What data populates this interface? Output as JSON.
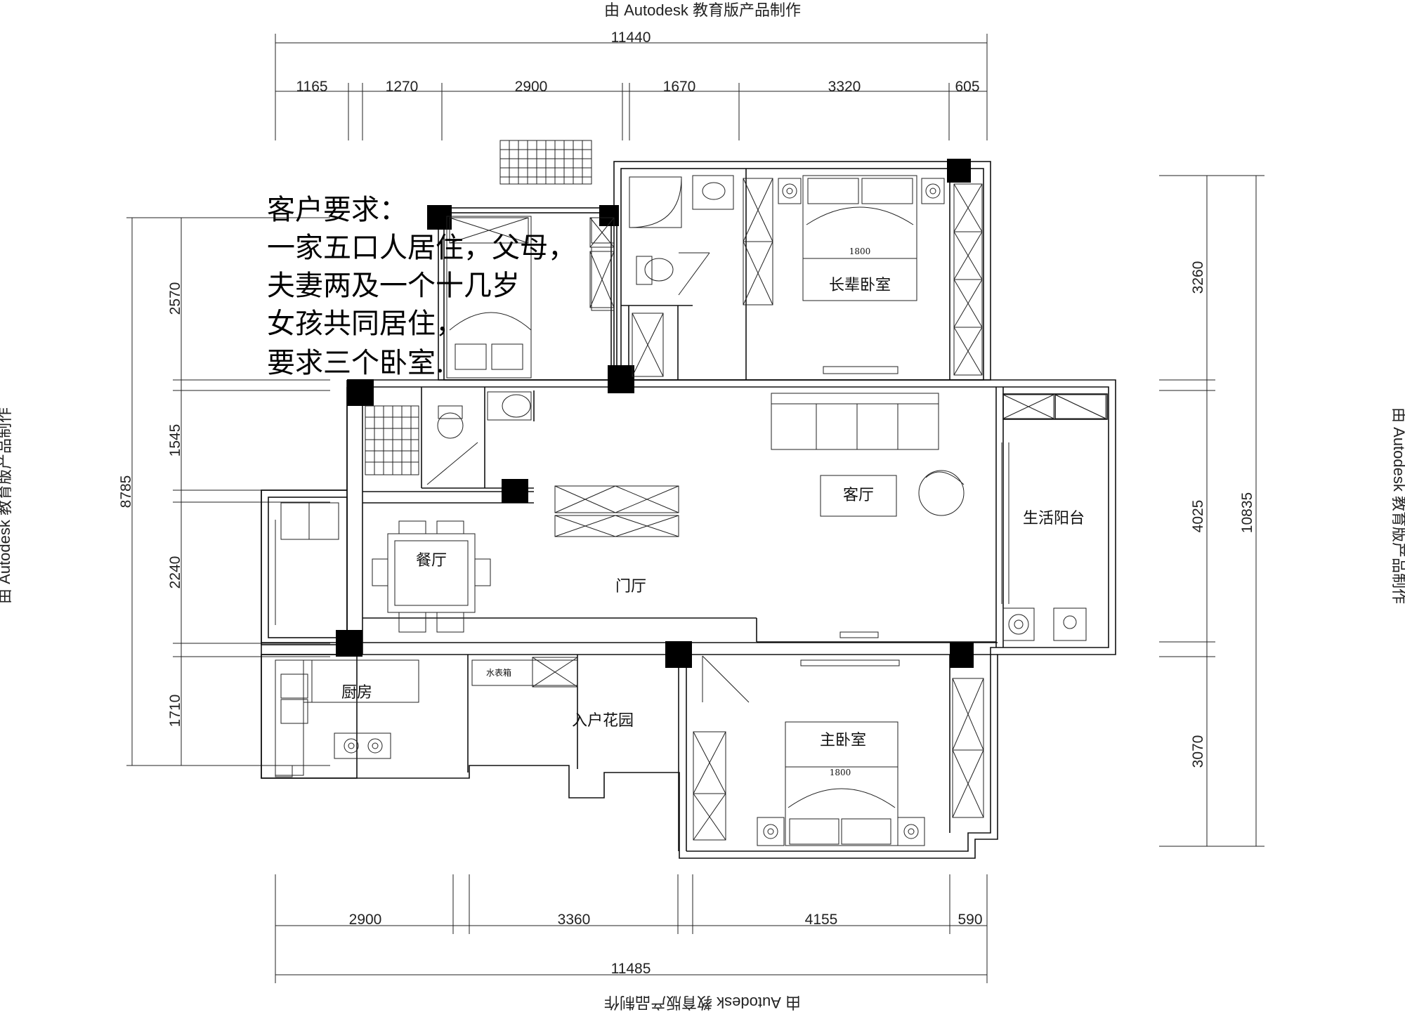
{
  "watermark": "由 Autodesk 教育版产品制作",
  "note": {
    "lines": [
      "客户要求：",
      "一家五口人居住，父母，",
      "夫妻两及一个十几岁",
      "女孩共同居住，",
      "要求三个卧室."
    ]
  },
  "dims": {
    "top_total": "11440",
    "top_segments": [
      "1165",
      "1270",
      "2900",
      "1670",
      "3320",
      "605"
    ],
    "bottom_total": "11485",
    "bottom_segments": [
      "2900",
      "3360",
      "4155",
      "590"
    ],
    "left_total": "8785",
    "left_segments": [
      "2570",
      "1545",
      "2240",
      "1710"
    ],
    "right_total": "10835",
    "right_segments": [
      "3260",
      "4025",
      "3070"
    ]
  },
  "rooms": {
    "elder_bedroom": "长辈卧室",
    "living_room": "客厅",
    "balcony": "生活阳台",
    "dining": "餐厅",
    "hall": "门厅",
    "kitchen": "厨房",
    "garden": "入户花园",
    "water_tank": "水表箱",
    "master_bedroom": "主卧室",
    "bed_size_1": "1800",
    "bed_size_2": "1800"
  }
}
